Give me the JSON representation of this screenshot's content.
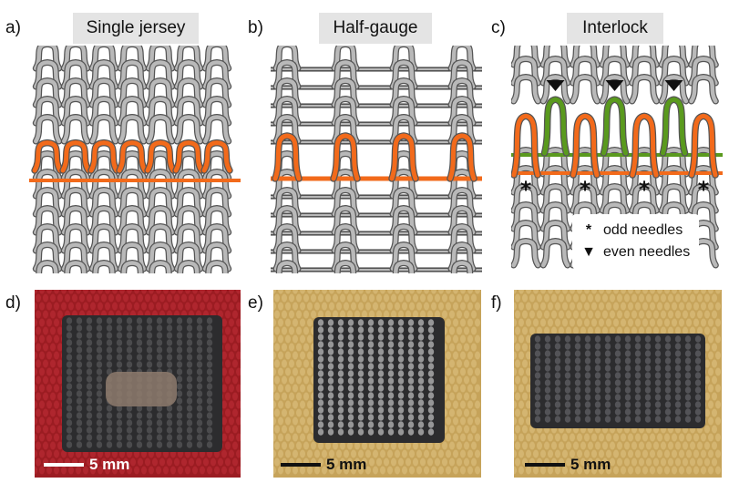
{
  "panels": {
    "a": {
      "letter": "a)",
      "title": "Single jersey"
    },
    "b": {
      "letter": "b)",
      "title": "Half-gauge"
    },
    "c": {
      "letter": "c)",
      "title": "Interlock"
    },
    "d": {
      "letter": "d)"
    },
    "e": {
      "letter": "e)"
    },
    "f": {
      "letter": "f)"
    }
  },
  "legend": {
    "odd_symbol": "*",
    "odd_label": "odd needles",
    "even_symbol": "▼",
    "even_label": "even needles"
  },
  "scalebars": {
    "d": "5 mm",
    "e": "5 mm",
    "f": "5 mm"
  },
  "colors": {
    "yarn_gray": "#b9b9b9",
    "yarn_outline": "#555555",
    "highlight_orange": "#f26a1b",
    "highlight_green": "#5a9a1e",
    "fabric_red": "#9b1c22",
    "fabric_gold": "#c6a35a",
    "patch_black": "#2c2c2e"
  }
}
